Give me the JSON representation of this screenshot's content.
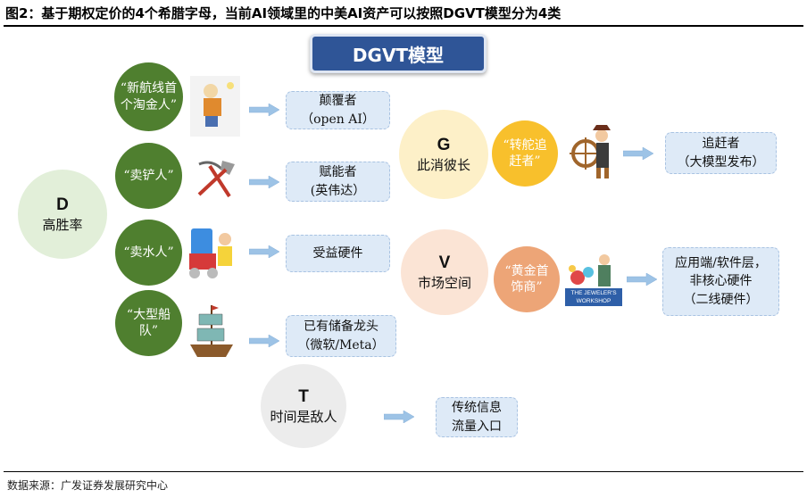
{
  "title": "图2：基于期权定价的4个希腊字母，当前AI领域里的中美AI资产可以按照DGVT模型分为4类",
  "header": "DGVT模型",
  "d": {
    "letter": "D",
    "label": "高胜率",
    "items": [
      {
        "nickname": "“新航线首个淘金人”",
        "icon": "gold-prospector-icon",
        "result": "颠覆者\n（open AI）"
      },
      {
        "nickname": "“卖铲人”",
        "icon": "pickaxe-shovel-icon",
        "result": "赋能者\n(英伟达）"
      },
      {
        "nickname": "“卖水人”",
        "icon": "water-seller-icon",
        "result": "受益硬件"
      },
      {
        "nickname": "“大型船队”",
        "icon": "sailing-ship-icon",
        "result": "已有储备龙头\n（微软/Meta）"
      }
    ]
  },
  "g": {
    "letter": "G",
    "label": "此消彼长",
    "nickname": "“转舵追赶者”",
    "icon": "ship-captain-wheel-icon",
    "result": "追赶者\n（大模型发布）"
  },
  "v": {
    "letter": "V",
    "label": "市场空间",
    "nickname": "“黄金首饰商”",
    "icon": "jeweler-icon",
    "logo_text": "THE JEWELER'S WORKSHOP",
    "result": "应用端/软件层，\n非核心硬件\n（二线硬件）"
  },
  "t": {
    "letter": "T",
    "label": "时间是敌人",
    "result": "传统信息\n流量入口"
  },
  "source": "数据来源：广发证券发展研究中心",
  "colors": {
    "header": "#2f5597",
    "d_circle": "#e2efd9",
    "green": "#4f7f2f",
    "g_circle": "#fdf0c8",
    "g_small": "#f8c02c",
    "v_circle": "#fbe4d5",
    "v_small": "#eda577",
    "t_circle": "#ececec",
    "box": "#deeaf7",
    "arrow": "#9dc3e6"
  }
}
